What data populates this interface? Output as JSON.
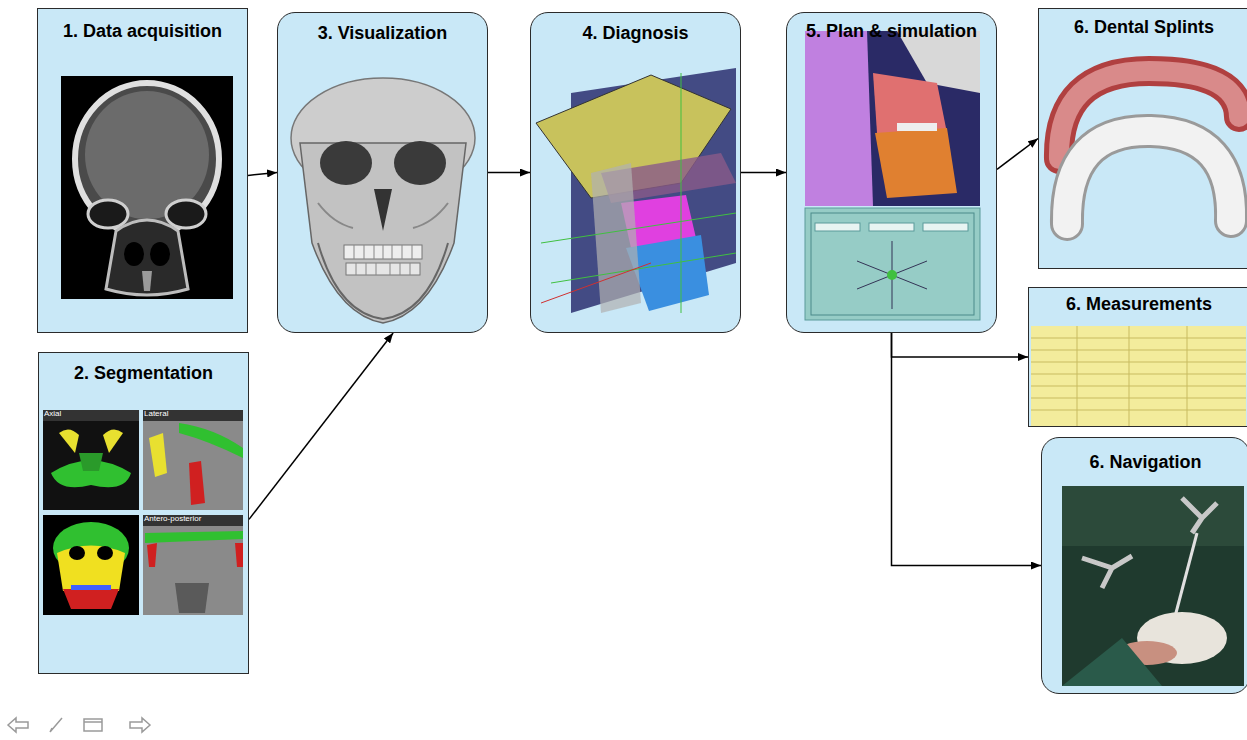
{
  "diagram": {
    "nodes": [
      {
        "text": [
          "1. Data acquisition"
        ]
      },
      {
        "text": [
          "2. Segmentation"
        ]
      },
      {
        "text": [
          "3. Visualization"
        ]
      },
      {
        "text": [
          "4. Diagnosis"
        ]
      },
      {
        "text": [
          "5. Plan & simulation"
        ]
      },
      {
        "text": [
          "6. Dental Splints"
        ]
      },
      {
        "text": [
          "6. Measurements"
        ]
      },
      {
        "text": [
          "6. Navigation"
        ]
      }
    ],
    "edges": [
      {
        "from": 0,
        "to": 2,
        "arrow": "to"
      },
      {
        "from": 1,
        "to": 2,
        "arrow": "to"
      },
      {
        "from": 2,
        "to": 3,
        "arrow": "to"
      },
      {
        "from": 3,
        "to": 4,
        "arrow": "to"
      },
      {
        "from": 4,
        "to": 5,
        "arrow": "to"
      },
      {
        "from": 4,
        "to": 6,
        "arrow": "to"
      },
      {
        "from": 4,
        "to": 7,
        "arrow": "to"
      }
    ],
    "labels": [
      "Axial",
      "Lateral",
      "Antero-posterior"
    ]
  }
}
